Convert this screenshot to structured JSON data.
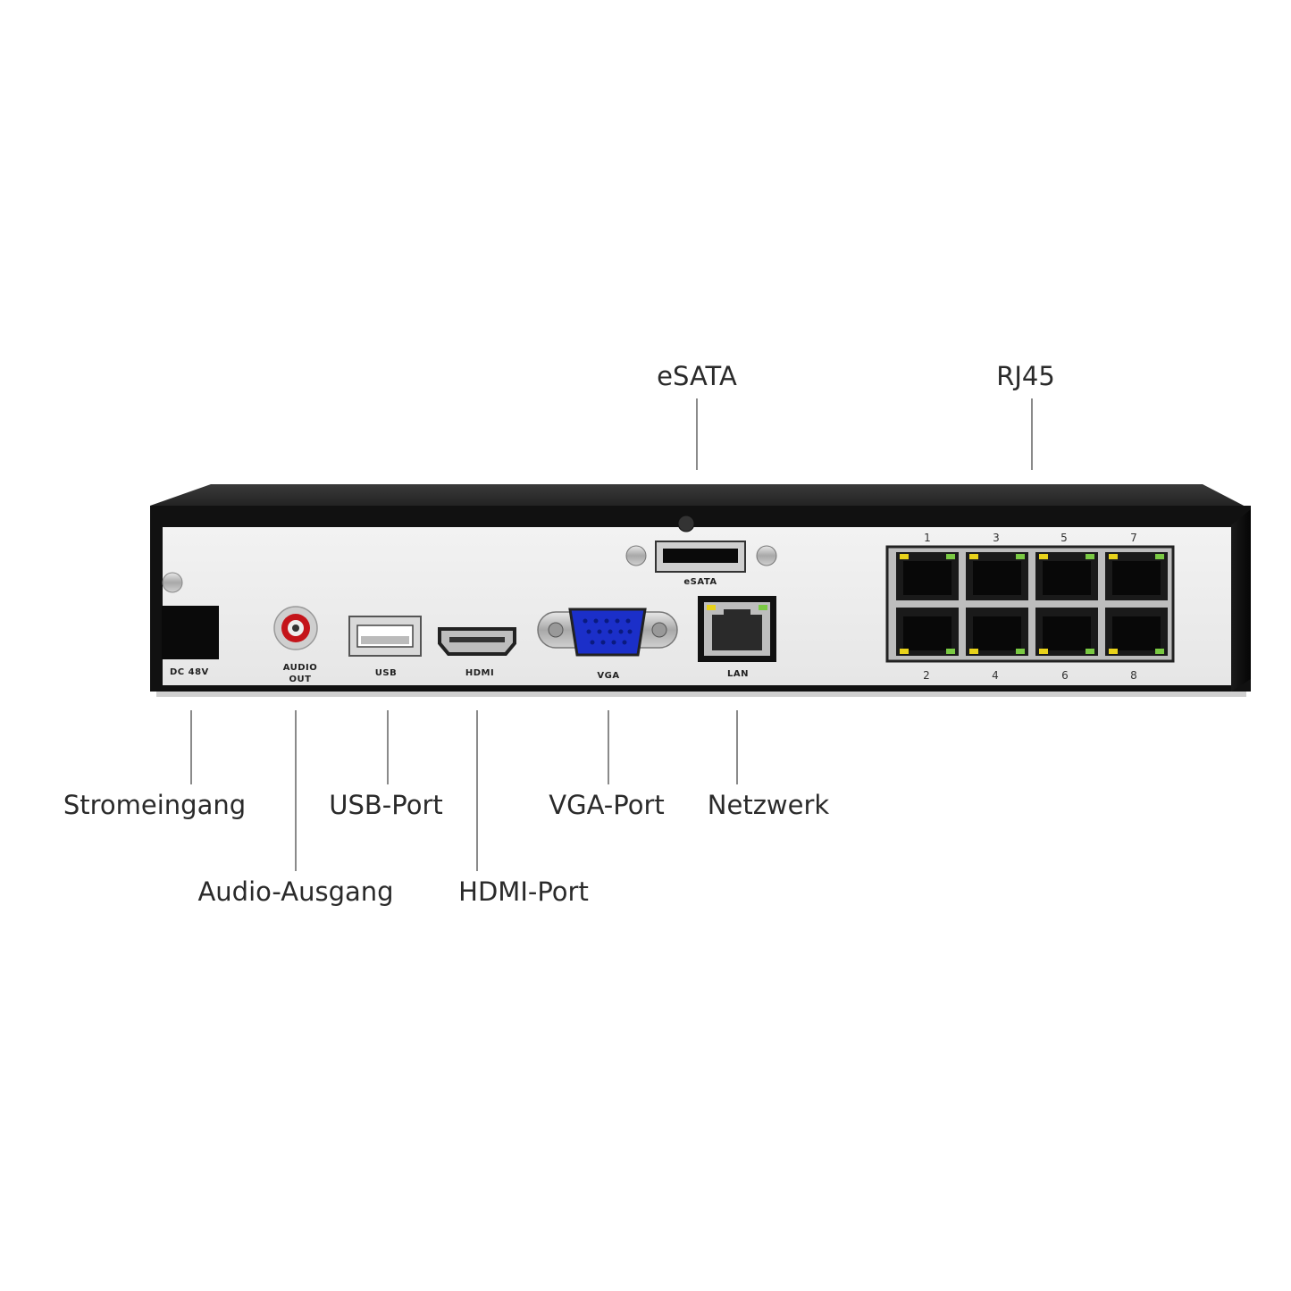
{
  "callouts": {
    "esata": "eSATA",
    "rj45": "RJ45",
    "power": "Stromeingang",
    "audio": "Audio-Ausgang",
    "usb": "USB-Port",
    "hdmi": "HDMI-Port",
    "vga": "VGA-Port",
    "network": "Netzwerk"
  },
  "device_labels": {
    "dc": "DC 48V",
    "audio_line1": "AUDIO",
    "audio_line2": "OUT",
    "usb": "USB",
    "hdmi": "HDMI",
    "vga": "VGA",
    "esata": "eSATA",
    "lan": "LAN"
  },
  "rj45_numbers": {
    "top": [
      "1",
      "3",
      "5",
      "7"
    ],
    "bottom": [
      "2",
      "4",
      "6",
      "8"
    ]
  }
}
